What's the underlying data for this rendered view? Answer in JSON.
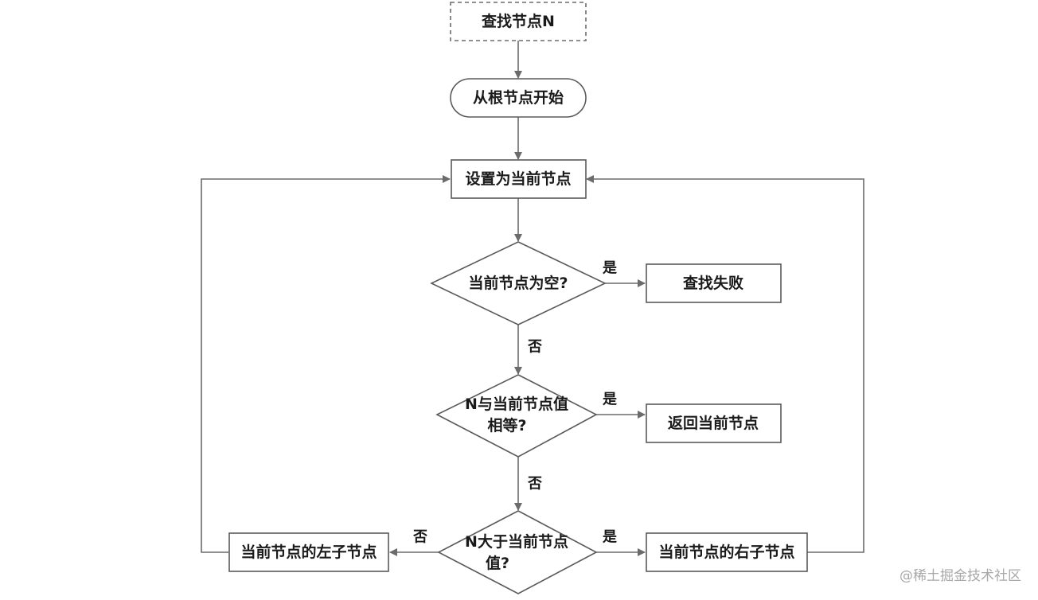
{
  "nodes": {
    "start": "查找节点N",
    "root": "从根节点开始",
    "set_current": "设置为当前节点",
    "is_empty": "当前节点为空?",
    "fail": "查找失败",
    "equal_line1": "N与当前节点值",
    "equal_line2": "相等?",
    "return_current": "返回当前节点",
    "greater_line1": "N大于当前节点",
    "greater_line2": "值?",
    "left_child": "当前节点的左子节点",
    "right_child": "当前节点的右子节点"
  },
  "edges": {
    "empty_yes": "是",
    "empty_no": "否",
    "equal_yes": "是",
    "equal_no": "否",
    "greater_yes": "是",
    "greater_no": "否"
  },
  "watermark": "@稀土掘金技术社区",
  "colors": {
    "line": "#6b6b6b",
    "border": "#5a5a5a",
    "text": "#1a1a1a",
    "watermark": "#a8a8a8"
  }
}
